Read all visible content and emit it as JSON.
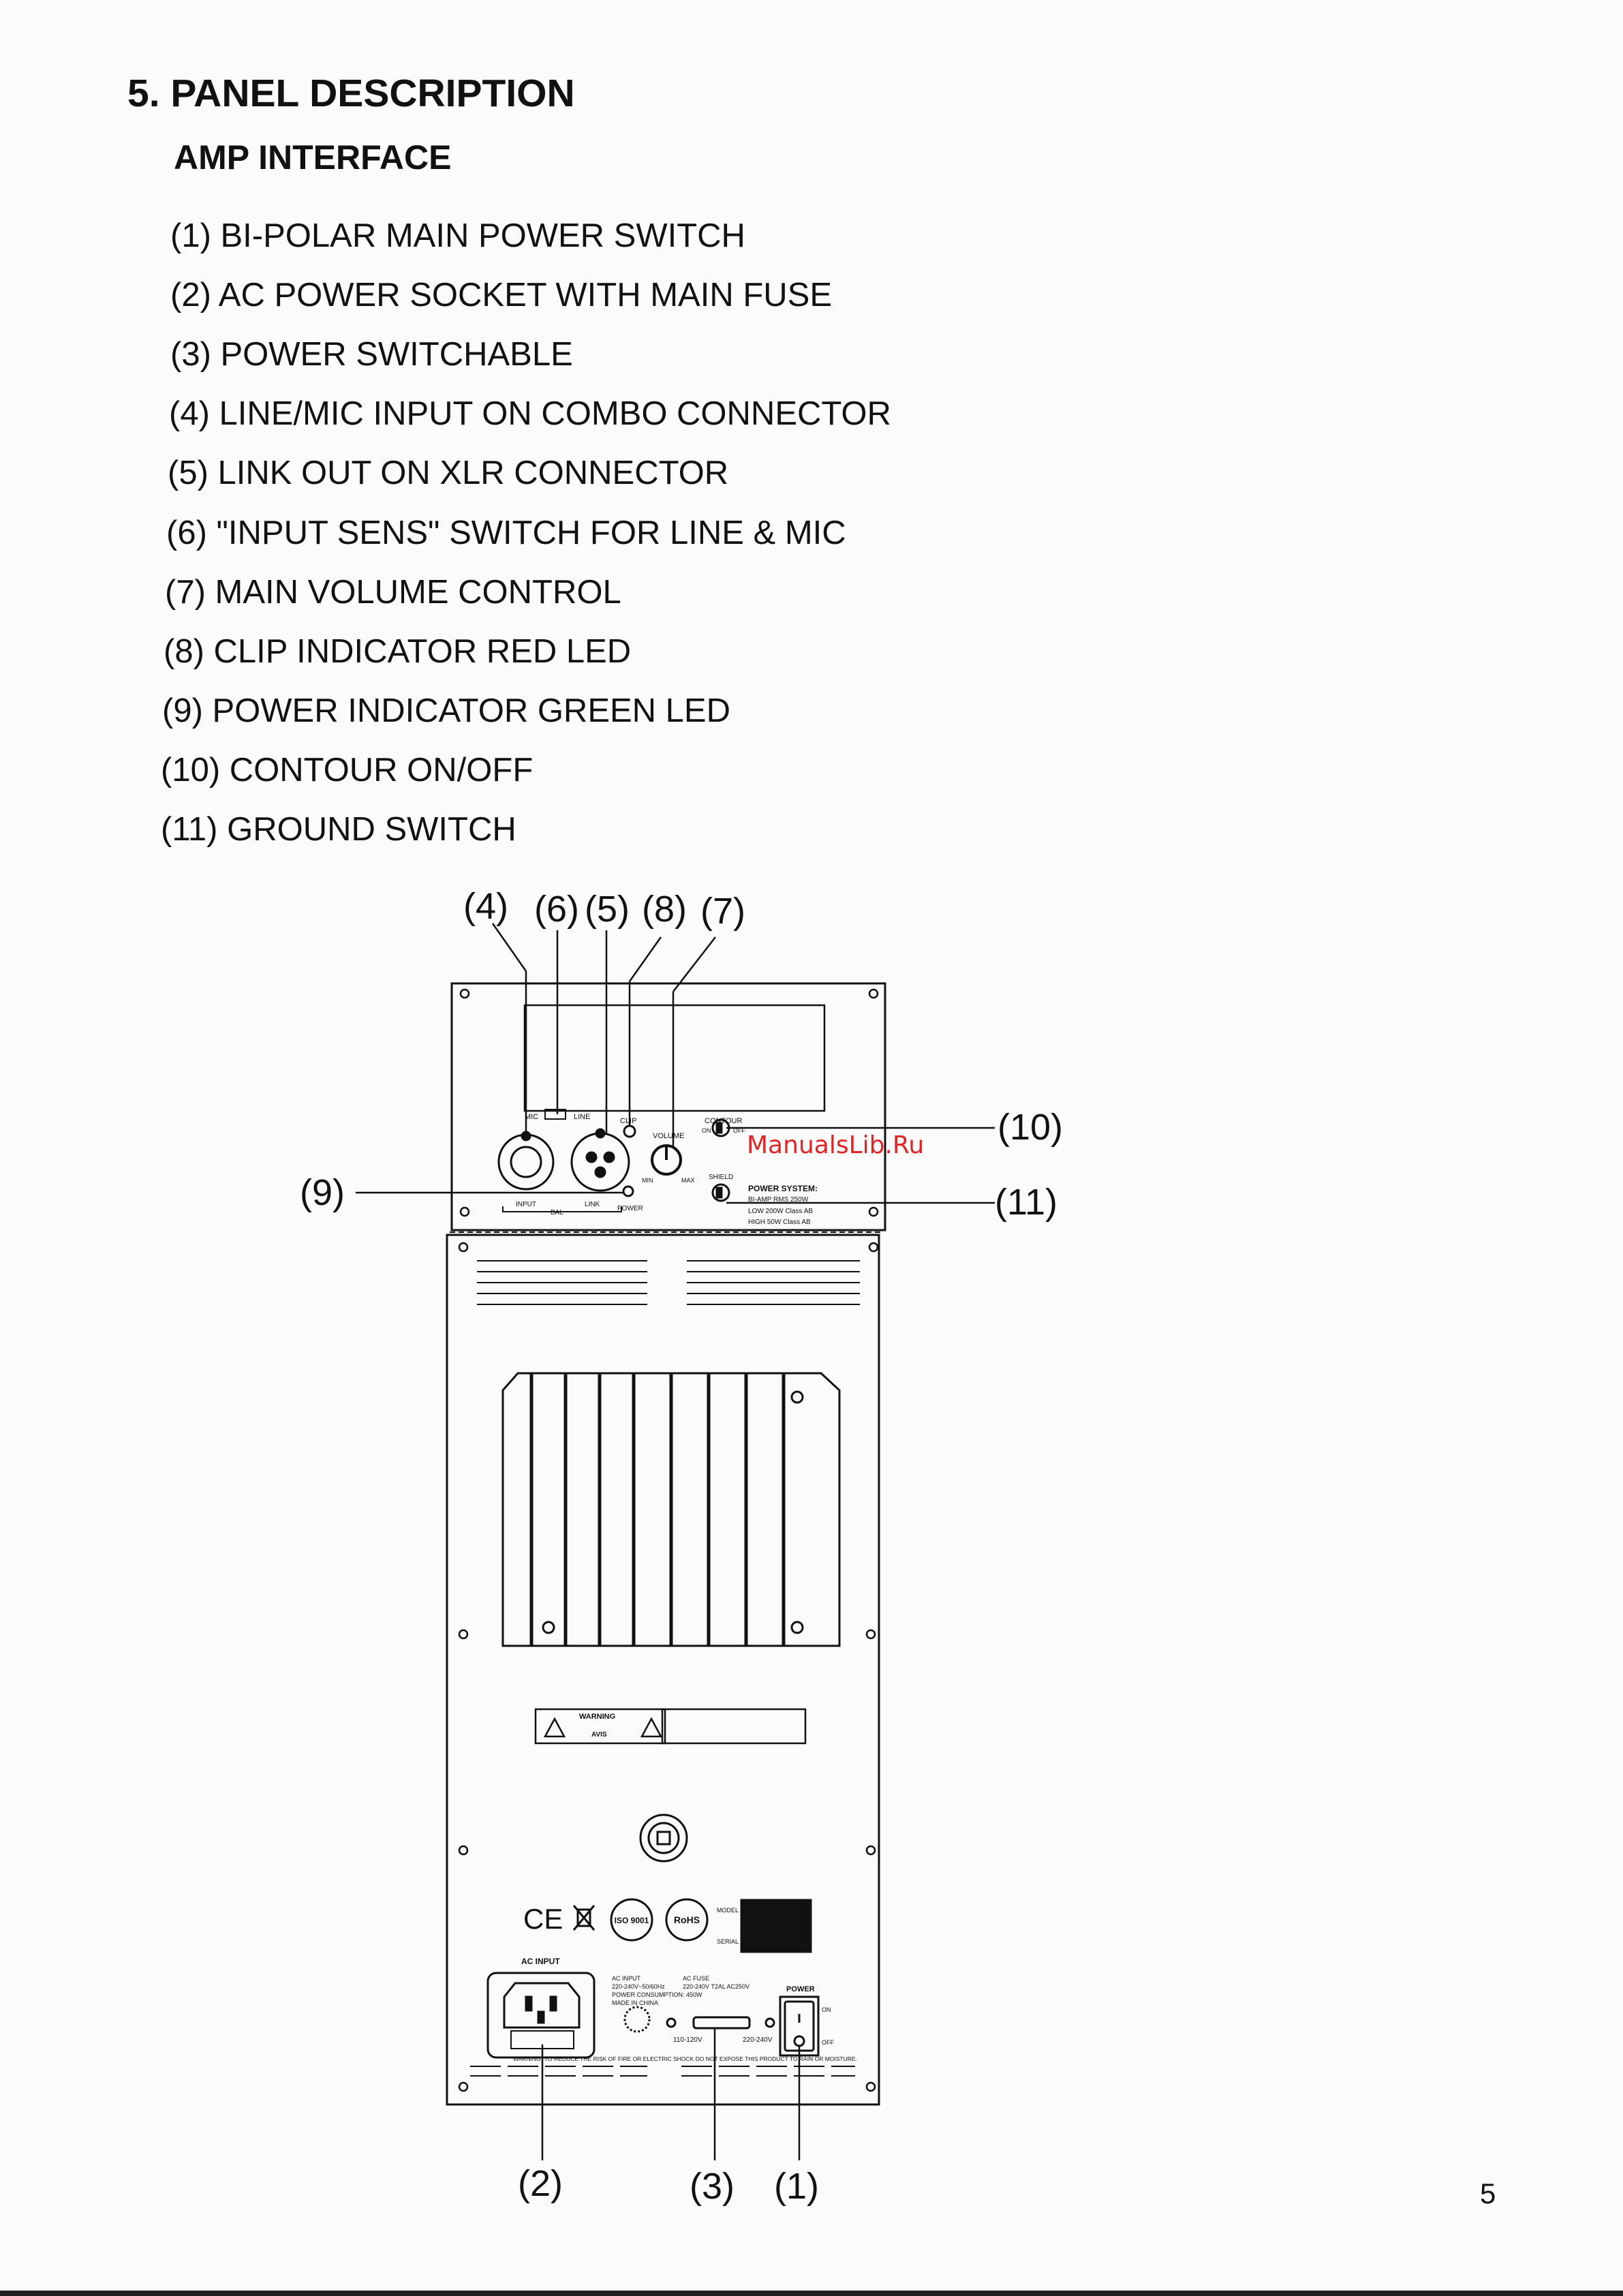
{
  "heading": "5. PANEL DESCRIPTION",
  "subheading": "AMP INTERFACE",
  "items": [
    "(1) BI-POLAR MAIN POWER SWITCH",
    "(2) AC POWER SOCKET WITH MAIN FUSE",
    "(3) POWER SWITCHABLE",
    "(4) LINE/MIC INPUT ON COMBO CONNECTOR",
    "(5) LINK OUT ON XLR CONNECTOR",
    "(6) \"INPUT SENS\" SWITCH FOR LINE & MIC",
    "(7) MAIN VOLUME CONTROL",
    "(8) CLIP INDICATOR RED LED",
    "(9) POWER INDICATOR GREEN LED",
    "(10) CONTOUR ON/OFF",
    "(11) GROUND SWITCH"
  ],
  "callouts": {
    "c4": "(4)",
    "c6": "(6)",
    "c5": "(5)",
    "c8": "(8)",
    "c7": "(7)",
    "c10": "(10)",
    "c9": "(9)",
    "c11": "(11)",
    "c2": "(2)",
    "c3": "(3)",
    "c1": "(1)"
  },
  "panel": {
    "mic": "MIC",
    "line": "LINE",
    "clip": "CLIP",
    "volume": "VOLUME",
    "min": "MIN",
    "max": "MAX",
    "contour": "CONTOUR",
    "on": "ON",
    "off": "OFF",
    "shield": "SHIELD",
    "input": "INPUT",
    "bal": "BAL",
    "link": "LINK",
    "power_led": "POWER",
    "power_system": "POWER SYSTEM:",
    "bi_amp": "BI-AMP RMS 250W",
    "low": "LOW 200W Class AB",
    "high": "HIGH 50W Class AB",
    "warning": "WARNING",
    "avis": "AVIS",
    "ce": "CE",
    "iso": "ISO 9001",
    "rohs": "RoHS",
    "model": "MODEL",
    "serial": "SERIAL",
    "ac_input_title": "AC INPUT",
    "ac_input_spec": "AC INPUT",
    "ac_input_value": "220-240V~50/60Hz",
    "ac_fuse": "AC FUSE",
    "ac_fuse_value": "220-240V  T2AL AC250V",
    "power_consumption": "POWER CONSUMPTION: 450W",
    "made_in": "MADE IN CHINA",
    "v110": "110-120V",
    "v220": "220-240V",
    "power_switch": "POWER",
    "sw_on": "ON",
    "sw_off": "OFF",
    "warning_bottom": "\"WARNING\" TO REDUCE THE RISK OF FIRE OR ELECTRIC SHOCK DO NOT EXPOSE THIS PRODUCT TO RAIN OR MOISTURE."
  },
  "watermark": "ManualsLib.Ru",
  "page_number": "5"
}
